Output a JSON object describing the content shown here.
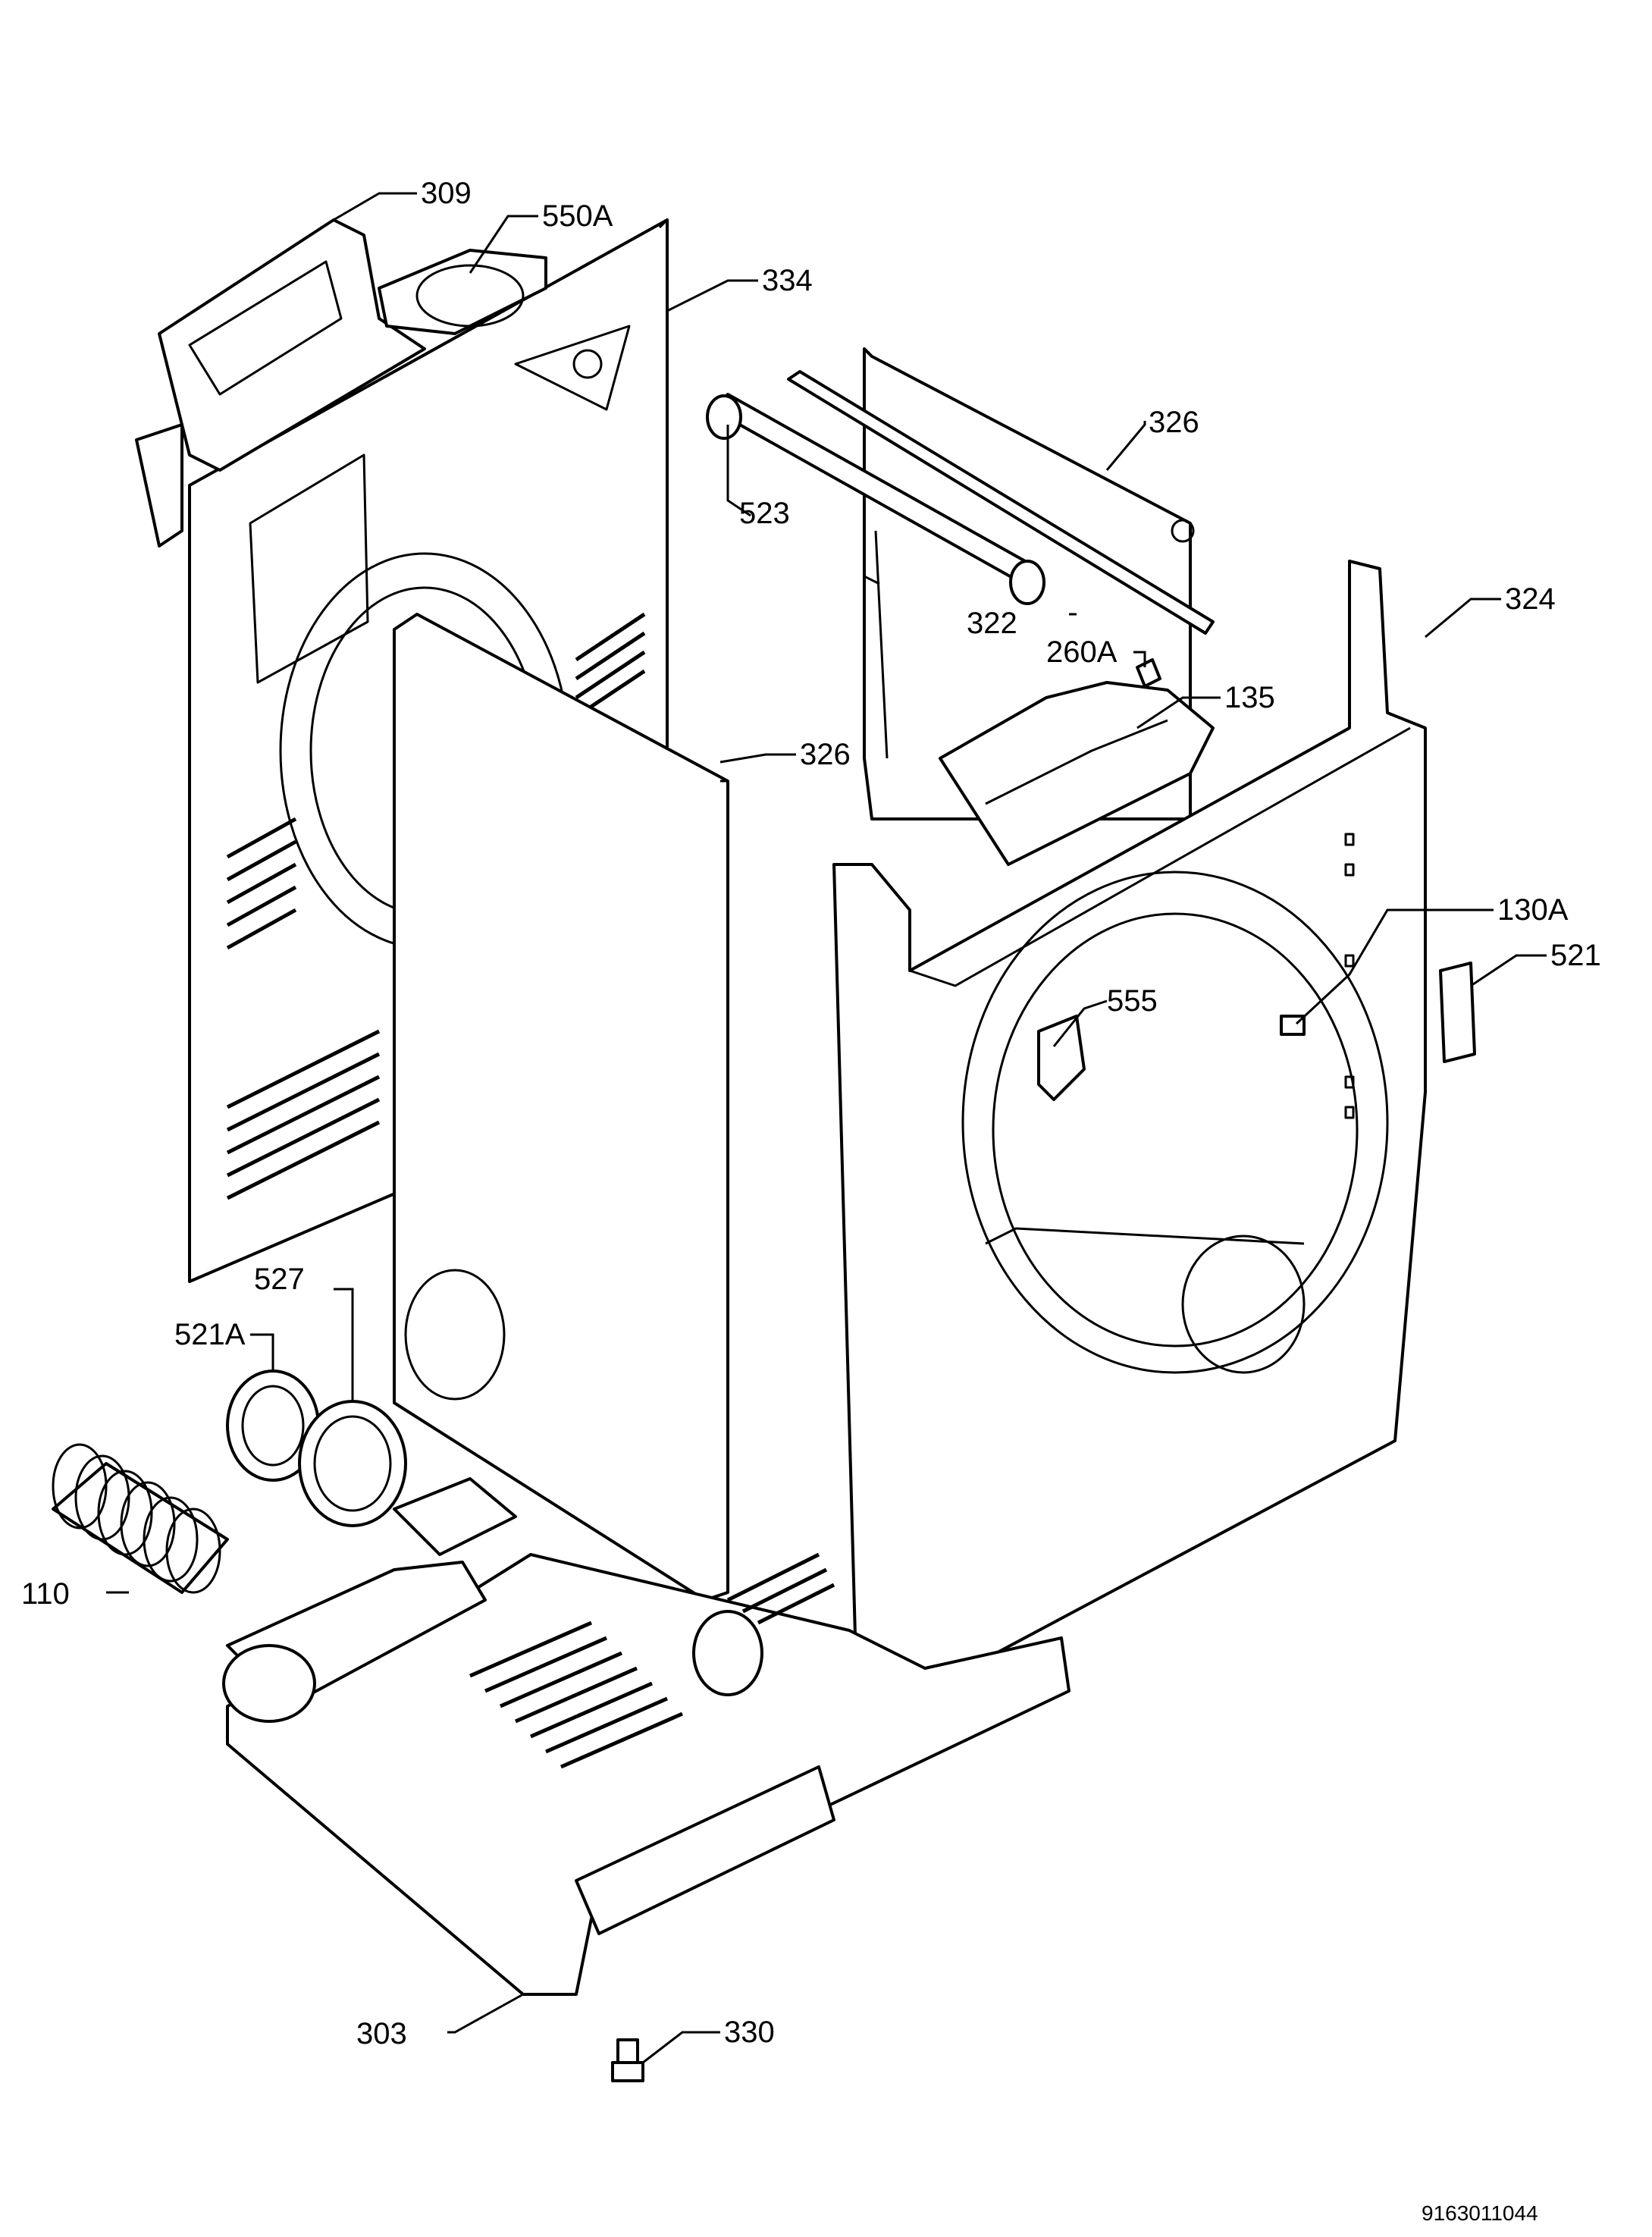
{
  "drawing": {
    "document_number": "9163011044",
    "labels": [
      {
        "id": "309",
        "text": "309"
      },
      {
        "id": "550A",
        "text": "550A"
      },
      {
        "id": "334",
        "text": "334"
      },
      {
        "id": "326-top",
        "text": "326"
      },
      {
        "id": "523",
        "text": "523"
      },
      {
        "id": "322",
        "text": "322"
      },
      {
        "id": "324",
        "text": "324"
      },
      {
        "id": "260A",
        "text": "260A"
      },
      {
        "id": "135",
        "text": "135"
      },
      {
        "id": "326-mid",
        "text": "326"
      },
      {
        "id": "130A",
        "text": "130A"
      },
      {
        "id": "521",
        "text": "521"
      },
      {
        "id": "555",
        "text": "555"
      },
      {
        "id": "527",
        "text": "527"
      },
      {
        "id": "521A",
        "text": "521A"
      },
      {
        "id": "110",
        "text": "110"
      },
      {
        "id": "303",
        "text": "303"
      },
      {
        "id": "330",
        "text": "330"
      }
    ]
  }
}
